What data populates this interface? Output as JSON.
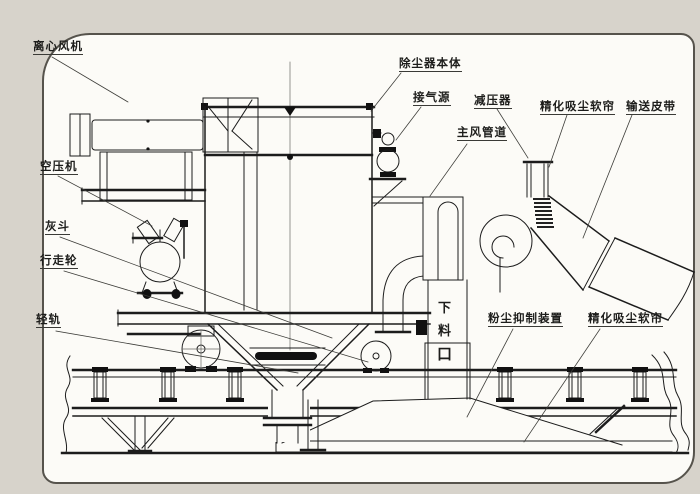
{
  "diagram": {
    "kind": "dust-collector-conveyor-schematic",
    "labels": {
      "centrifugal_fan": "离心风机",
      "air_compressor": "空压机",
      "ash_hopper": "灰斗",
      "travel_wheel": "行走轮",
      "light_rail": "轻轨",
      "dust_collector_body": "除尘器本体",
      "air_source_connection": "接气源",
      "pressure_reducer": "减压器",
      "fine_dust_suction_curtain_top": "精化吸尘软帘",
      "conveyor_belt": "输送皮带",
      "main_air_duct": "主风管道",
      "dust_suppression_device": "粉尘抑制装置",
      "fine_dust_suction_curtain_bottom": "精化吸尘软帘",
      "discharge_opening_chars": [
        "下",
        "料",
        "口"
      ]
    },
    "colors": {
      "line": "#1c1c1c",
      "background": "#d7d3cb",
      "paper": "#fcfbf7"
    }
  }
}
